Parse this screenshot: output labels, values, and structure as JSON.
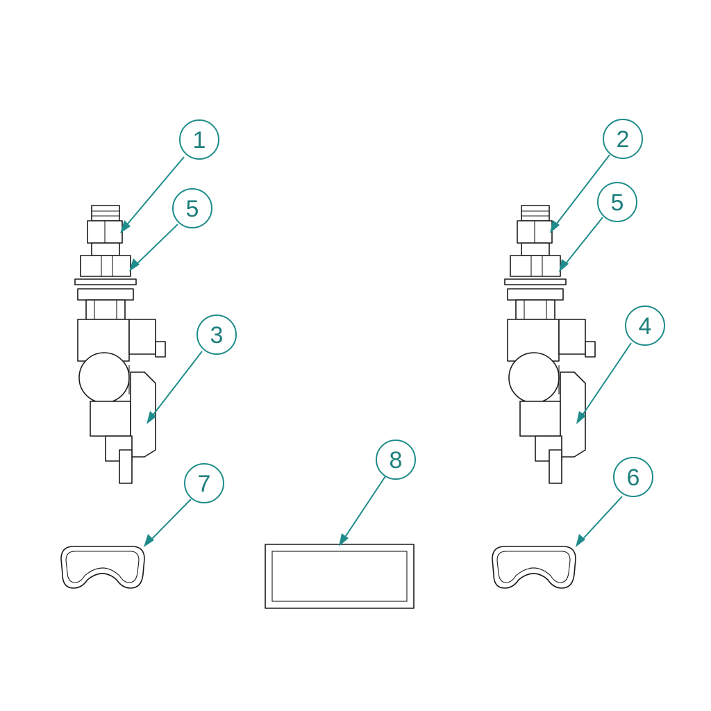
{
  "colors": {
    "callout": "#1e8c8a",
    "line": "#1a1a1a",
    "background": "#ffffff"
  },
  "callouts": [
    {
      "id": "c1",
      "label": "1",
      "points_to": "left valve fitting top"
    },
    {
      "id": "c5a",
      "label": "5",
      "points_to": "left valve nut"
    },
    {
      "id": "c3",
      "label": "3",
      "points_to": "left valve body"
    },
    {
      "id": "c7",
      "label": "7",
      "points_to": "left handle"
    },
    {
      "id": "c8",
      "label": "8",
      "points_to": "rectangular pad"
    },
    {
      "id": "c2",
      "label": "2",
      "points_to": "right valve fitting top"
    },
    {
      "id": "c5b",
      "label": "5",
      "points_to": "right valve nut"
    },
    {
      "id": "c4",
      "label": "4",
      "points_to": "right valve body"
    },
    {
      "id": "c6",
      "label": "6",
      "points_to": "right handle"
    }
  ]
}
